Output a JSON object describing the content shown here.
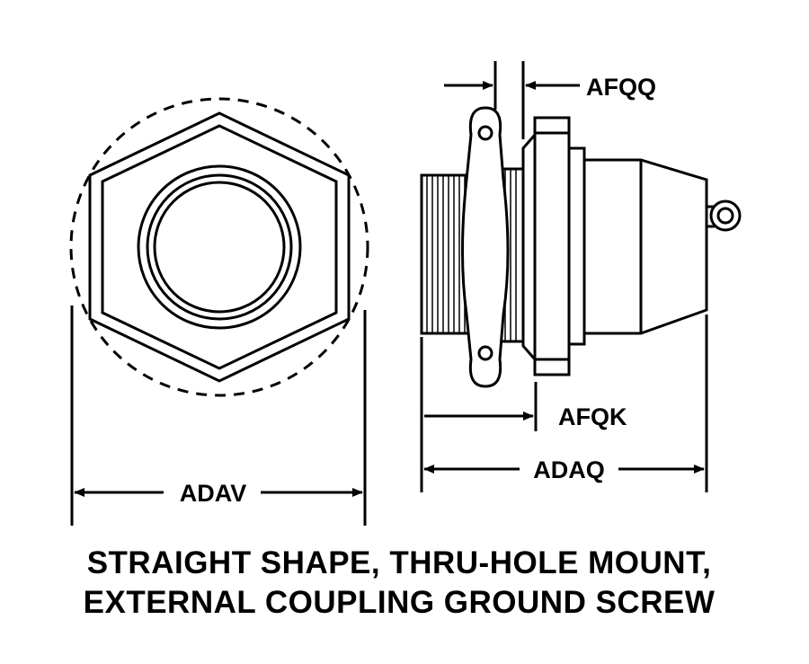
{
  "dimensions": {
    "afqq": "AFQQ",
    "afqk": "AFQK",
    "adaq": "ADAQ",
    "adav": "ADAV"
  },
  "caption": {
    "line1": "STRAIGHT SHAPE, THRU-HOLE MOUNT,",
    "line2": "EXTERNAL COUPLING GROUND SCREW"
  }
}
